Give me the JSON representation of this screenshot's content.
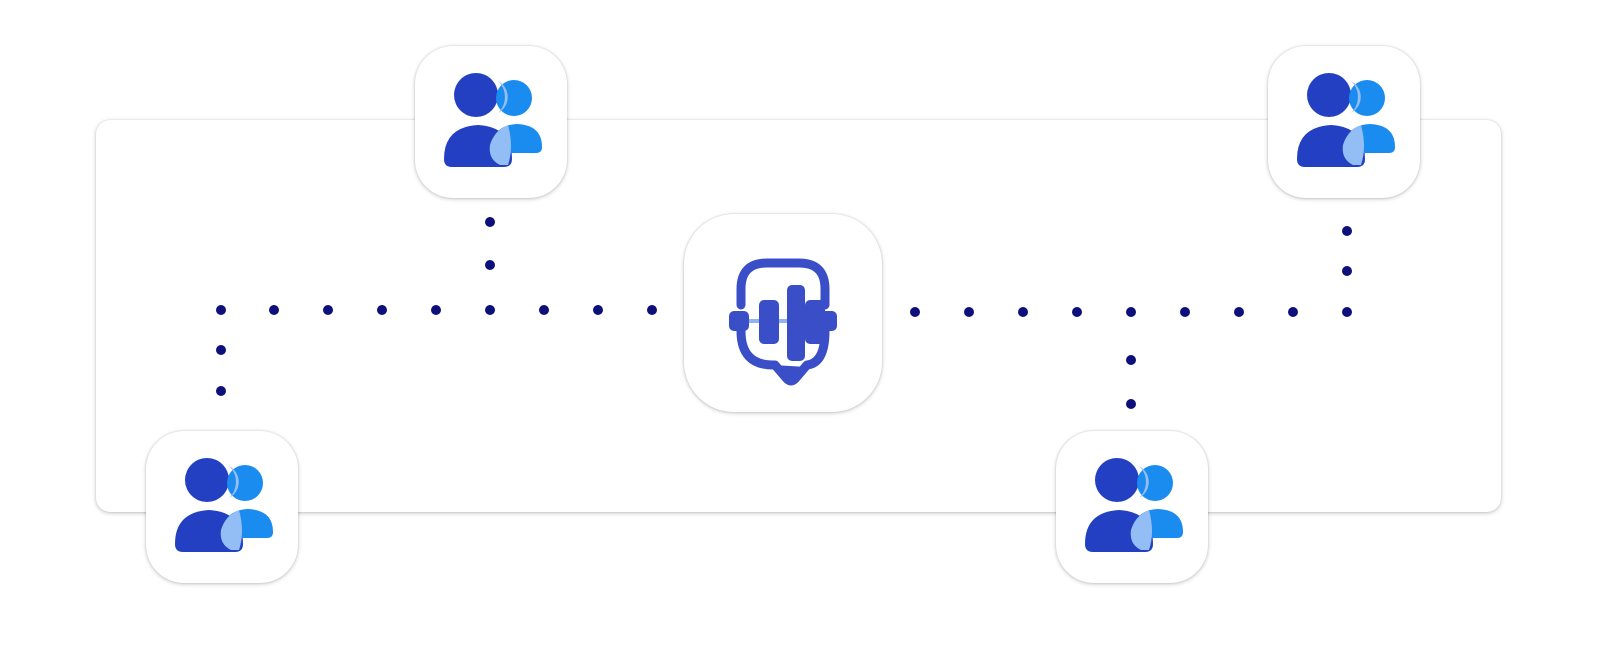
{
  "colors": {
    "dot": "#0d0f7a",
    "user_primary": "#2340c2",
    "user_secondary": "#1a8bef",
    "user_overlap": "#93bdf5",
    "hub_primary": "#3a4fc7",
    "hub_accent": "#8fb4f4",
    "tile_bg": "#ffffff"
  },
  "icons": {
    "hub": "headset-audio-hub-icon",
    "user": "user-group-icon"
  },
  "nodes": [
    {
      "role": "hub",
      "icon": "headset-audio-hub-icon"
    },
    {
      "role": "user",
      "icon": "user-group-icon"
    },
    {
      "role": "user",
      "icon": "user-group-icon"
    },
    {
      "role": "user",
      "icon": "user-group-icon"
    },
    {
      "role": "user",
      "icon": "user-group-icon"
    }
  ]
}
